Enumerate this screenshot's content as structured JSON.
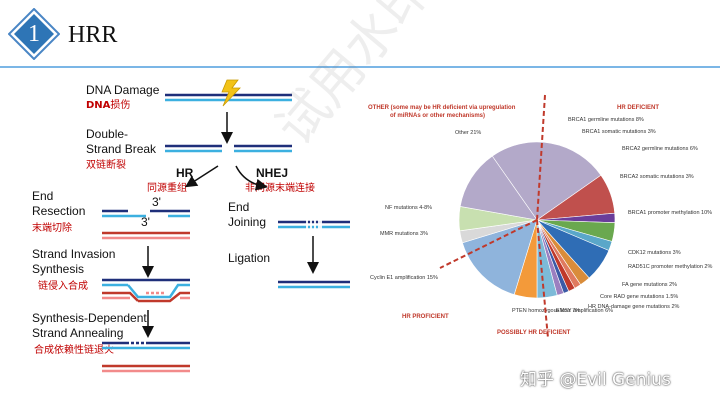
{
  "header": {
    "badge_number": "1",
    "title": "HRR"
  },
  "steps": {
    "dna_damage": {
      "en": "DNA Damage",
      "zh_dna": "DNA",
      "zh": "损伤"
    },
    "double_strand_break": {
      "en_line1": "Double-",
      "en_line2": "Strand Break",
      "zh": "双链断裂"
    },
    "hr": {
      "en": "HR",
      "zh": "同源重组"
    },
    "nhej": {
      "en": "NHEJ",
      "zh": "非同源末端连接"
    },
    "end_resection": {
      "en_line1": "End",
      "en_line2": "Resection",
      "zh": "末端切除",
      "label_3a": "3'",
      "label_3b": "3'"
    },
    "strand_invasion": {
      "en_line1": "Strand Invasion",
      "en_line2": "Synthesis",
      "zh": "链侵入合成"
    },
    "sdsa": {
      "en_line1": "Synthesis-Dependent",
      "en_line2": "Strand Annealing",
      "zh": "合成依赖性链退火"
    },
    "end_joining": {
      "en_line1": "End",
      "en_line2": "Joining"
    },
    "ligation": {
      "en": "Ligation"
    }
  },
  "pie": {
    "other_header_line1": "OTHER (some may be HR deficient via upregulation",
    "other_header_line2": "of miRNAs or other mechanisms)",
    "hr_deficient": "HR DEFICIENT",
    "hr_proficient": "HR PROFICIENT",
    "possibly_hr_deficient": "POSSIBLY HR DEFICIENT",
    "slice_labels": [
      "Other 21%",
      "NF mutations 4-8%",
      "MMR mutations 3%",
      "Cyclin E1 amplification 15%",
      "PTEN homozygous loss 7%",
      "EMSY amplification 6%",
      "HR DNA-damage gene mutations 2%",
      "Core RAD gene mutations 1.5%",
      "FA gene mutations 2%",
      "RAD51C promoter methylation 2%",
      "CDK12 mutations 3%",
      "BRCA1 promoter methylation 10%",
      "BRCA2 somatic mutations 3%",
      "BRCA2 germline mutations 6%",
      "BRCA1 somatic mutations 3%",
      "BRCA1 germline mutations 8%"
    ],
    "slice_colors": {
      "other": "#b3a9c9",
      "nf": "#c8e0b0",
      "mmr": "#d9d9d9",
      "cyclin": "#8fb4dc",
      "pten": "#f39a3a",
      "emsy": "#7dbad8",
      "hrdna": "#9b7fc0",
      "core_rad": "#3c5aa6",
      "fa": "#c0392b",
      "rad51c": "#e07a5f",
      "cdk12": "#d98c3a",
      "brca1_promoter": "#2f6db5",
      "brca2_somatic": "#5aa7c9",
      "brca2_germline": "#6aa84f",
      "brca1_somatic": "#6a3d9a",
      "brca1_germline": "#c0504d"
    }
  },
  "watermark": {
    "corner": "知乎 @Evil Genius",
    "diagonal": "试用水印"
  }
}
